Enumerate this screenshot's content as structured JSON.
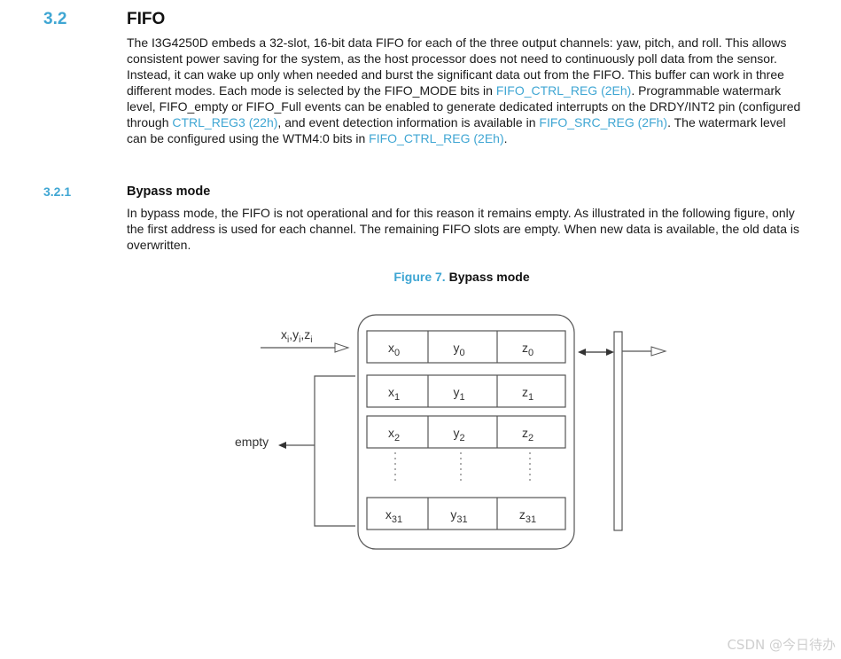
{
  "section": {
    "number": "3.2",
    "title": "FIFO",
    "para": [
      {
        "t": "The I3G4250D embeds a 32-slot, 16-bit data FIFO for each of the three output channels: yaw, pitch, and roll. This allows consistent power saving for the system, as the host processor does not need to continuously poll data from the sensor. Instead, it can wake up only when needed and burst the significant data out from the FIFO. This buffer can work in three different modes. Each mode is selected by the FIFO_MODE bits in "
      },
      {
        "t": "FIFO_CTRL_REG (2Eh)",
        "link": true
      },
      {
        "t": ". Programmable watermark level, FIFO_empty or FIFO_Full events can be enabled to generate dedicated interrupts on the DRDY/INT2 pin (configured through "
      },
      {
        "t": "CTRL_REG3 (22h)",
        "link": true
      },
      {
        "t": ", and event detection information is available in "
      },
      {
        "t": "FIFO_SRC_REG (2Fh)",
        "link": true
      },
      {
        "t": ". The watermark level can be configured using the WTM4:0 bits in "
      },
      {
        "t": "FIFO_CTRL_REG (2Eh)",
        "link": true
      },
      {
        "t": "."
      }
    ]
  },
  "subsection": {
    "number": "3.2.1",
    "title": "Bypass mode",
    "text": "In bypass mode, the FIFO is not operational and for this reason it remains empty. As illustrated in the following figure, only the first address is used for each channel. The remaining FIFO slots are empty. When new data is available, the old data is overwritten."
  },
  "figure": {
    "number": "Figure 7.",
    "title": "Bypass mode",
    "input": {
      "base": [
        "x",
        "y",
        "z"
      ],
      "sub": [
        "i",
        "i",
        "i"
      ],
      "sep": ","
    },
    "empty_label": "empty",
    "rows": [
      {
        "cells": [
          {
            "b": "x",
            "s": "0"
          },
          {
            "b": "y",
            "s": "0"
          },
          {
            "b": "z",
            "s": "0"
          }
        ]
      },
      {
        "cells": [
          {
            "b": "x",
            "s": "1"
          },
          {
            "b": "y",
            "s": "1"
          },
          {
            "b": "z",
            "s": "1"
          }
        ]
      },
      {
        "cells": [
          {
            "b": "x",
            "s": "2"
          },
          {
            "b": "y",
            "s": "2"
          },
          {
            "b": "z",
            "s": "2"
          }
        ]
      },
      {
        "cells": [
          {
            "b": "x",
            "s": "31"
          },
          {
            "b": "y",
            "s": "31"
          },
          {
            "b": "z",
            "s": "31"
          }
        ]
      }
    ]
  },
  "watermark": "CSDN @今日待办",
  "colors": {
    "accent": "#3fa6d3",
    "line": "#555555"
  }
}
